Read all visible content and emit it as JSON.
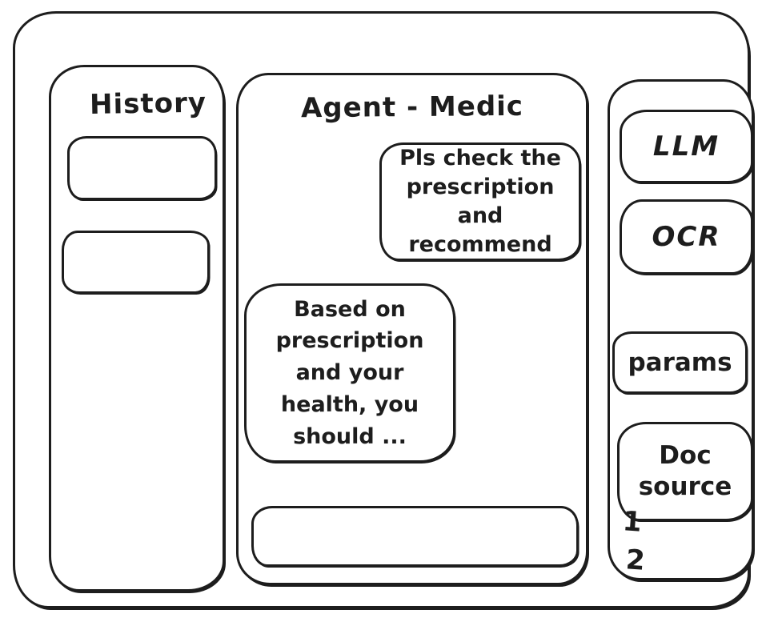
{
  "canvas": {
    "ink_color": "#1d1d1d",
    "background_color": "#ffffff"
  },
  "history_panel": {
    "title": "History",
    "items": [
      {
        "label": ""
      },
      {
        "label": ""
      }
    ]
  },
  "chat_panel": {
    "title": "Agent - Medic",
    "messages": [
      {
        "role": "user",
        "text": "Pls check the prescription and recommend"
      },
      {
        "role": "assistant",
        "text": "Based on prescription and your health, you should ..."
      }
    ],
    "input": {
      "value": "",
      "placeholder": ""
    }
  },
  "tools_panel": {
    "llm_button_label": "LLM",
    "ocr_button_label": "OCR",
    "params_button_label": "params",
    "doc_source_button_label": "Doc source",
    "doc_list": [
      {
        "label": "1"
      },
      {
        "label": "2"
      }
    ]
  }
}
